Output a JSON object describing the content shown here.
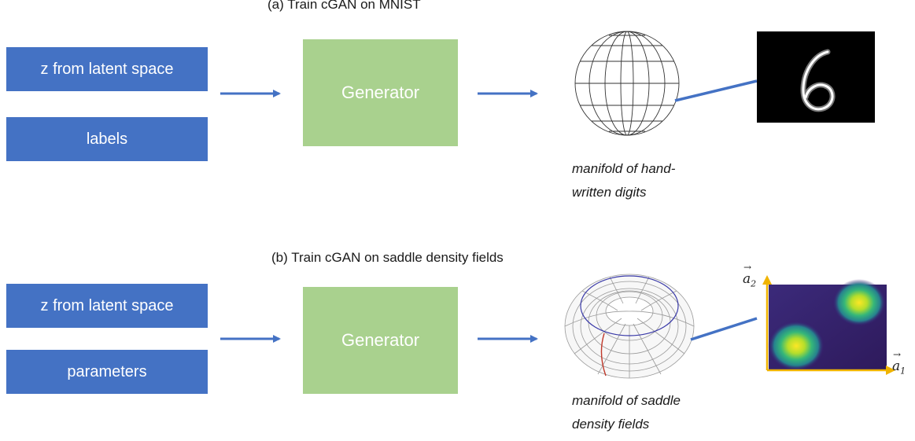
{
  "panel_a": {
    "title": "(a) Train cGAN on MNIST",
    "input_1": "z from latent space",
    "input_2": "labels",
    "generator": "Generator",
    "caption_line1": "manifold of hand-",
    "caption_line2": "written digits",
    "sample_image": "digit-6"
  },
  "panel_b": {
    "title": "(b) Train cGAN on saddle density fields",
    "input_1": "z from latent space",
    "input_2": "parameters",
    "generator": "Generator",
    "caption_line1": "manifold of saddle",
    "caption_line2": "density fields",
    "axis_x": "a",
    "axis_x_sub": "1",
    "axis_y": "a",
    "axis_y_sub": "2"
  },
  "colors": {
    "input_box": "#4472c4",
    "generator_box": "#a9d18e",
    "arrow": "#4472c4",
    "axis": "#f0b400"
  }
}
